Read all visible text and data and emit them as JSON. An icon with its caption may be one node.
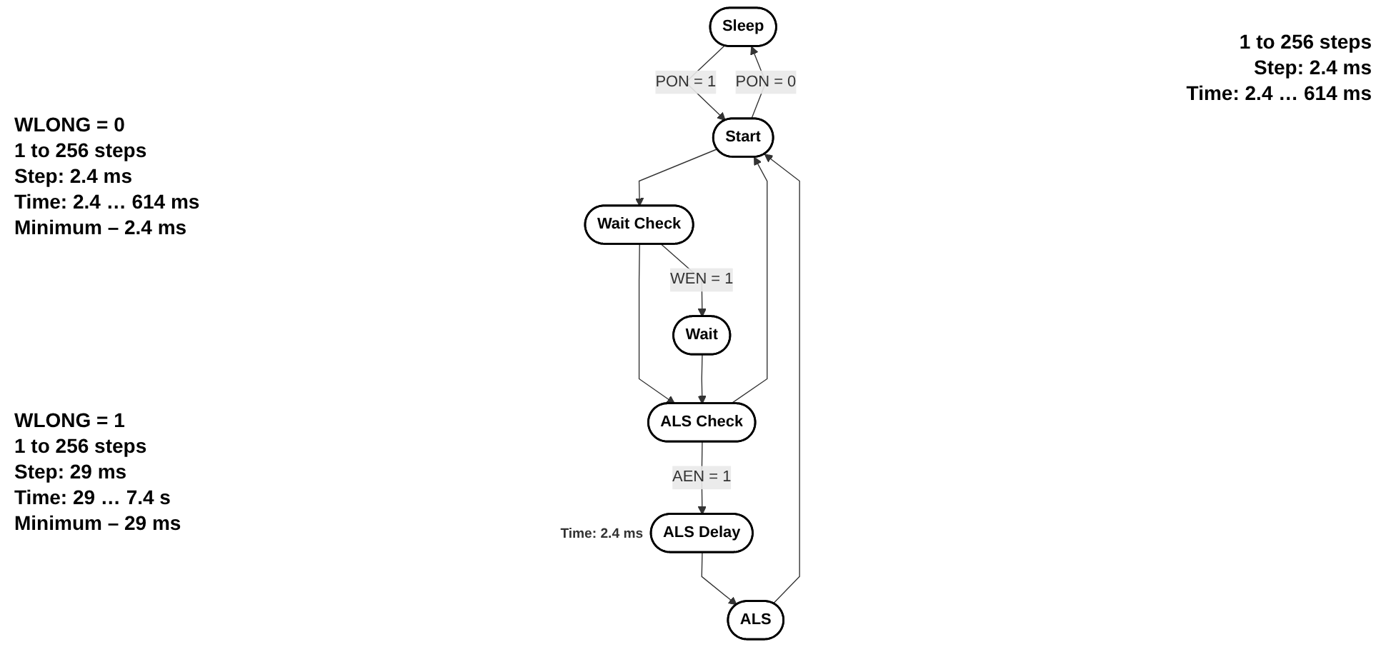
{
  "diagram": {
    "nodes": [
      {
        "text": [
          "Sleep"
        ]
      },
      {
        "text": [
          "Start"
        ]
      },
      {
        "text": [
          "ALS"
        ]
      },
      {
        "text": [
          "Wait Check"
        ]
      },
      {
        "text": [
          "ALS Check"
        ]
      },
      {
        "text": [
          "ALS Delay"
        ],
        "beside": [
          "Time: 2.4 ms"
        ]
      },
      {
        "text": [
          "Wait"
        ]
      }
    ],
    "edges": [
      {
        "from": 0,
        "to": 1,
        "arrow": "to",
        "label": "PON = 1"
      },
      {
        "from": 1,
        "to": 0,
        "arrow": "to",
        "label": "PON = 0"
      },
      {
        "from": 1,
        "to": 3,
        "arrow": "to"
      },
      {
        "from": 3,
        "to": 4,
        "arrow": "to"
      },
      {
        "from": 3,
        "to": 6,
        "arrow": "to",
        "label": "WEN = 1"
      },
      {
        "from": 6,
        "to": 4,
        "arrow": "to"
      },
      {
        "from": 4,
        "to": 1,
        "arrow": "to"
      },
      {
        "from": 4,
        "to": 5,
        "arrow": "to",
        "label": "AEN = 1"
      },
      {
        "from": 5,
        "to": 2,
        "arrow": "to"
      },
      {
        "from": 2,
        "to": 1,
        "arrow": "to"
      }
    ],
    "labels": [
      "1 to 256 steps",
      "Step: 2.4 ms",
      "Time: 2.4 … 614 ms",
      "WLONG = 0",
      "1 to 256 steps",
      "Step: 2.4 ms",
      "Time: 2.4 … 614 ms",
      "Minimum – 2.4 ms",
      "WLONG = 1",
      "1 to 256 steps",
      "Step: 29 ms",
      "Time: 29 … 7.4 s",
      "Minimum – 29 ms"
    ]
  }
}
